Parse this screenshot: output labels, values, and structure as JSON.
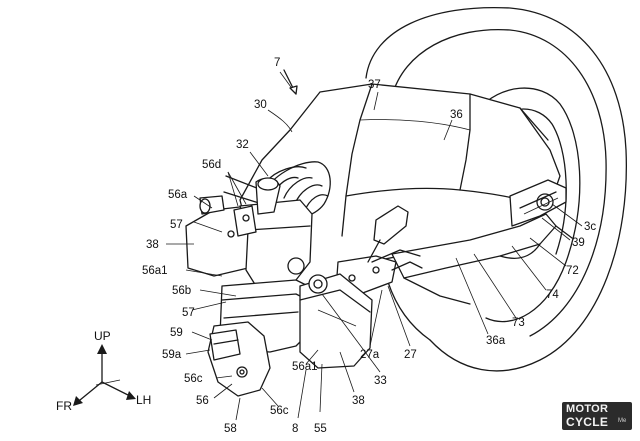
{
  "diagram": {
    "labels": [
      "7",
      "30",
      "37",
      "36",
      "32",
      "56d",
      "56a",
      "57",
      "38",
      "56a1",
      "56b",
      "57",
      "59",
      "59a",
      "56c",
      "56",
      "58",
      "56c",
      "8",
      "55",
      "38",
      "56a1",
      "33",
      "27a",
      "27",
      "36a",
      "73",
      "74",
      "72",
      "39",
      "3c"
    ],
    "orientation": {
      "up": "UP",
      "lh": "LH",
      "fr": "FR"
    }
  },
  "watermark": {
    "line1": "MOTOR",
    "line2": "CYCLE",
    "line3": "Me"
  }
}
